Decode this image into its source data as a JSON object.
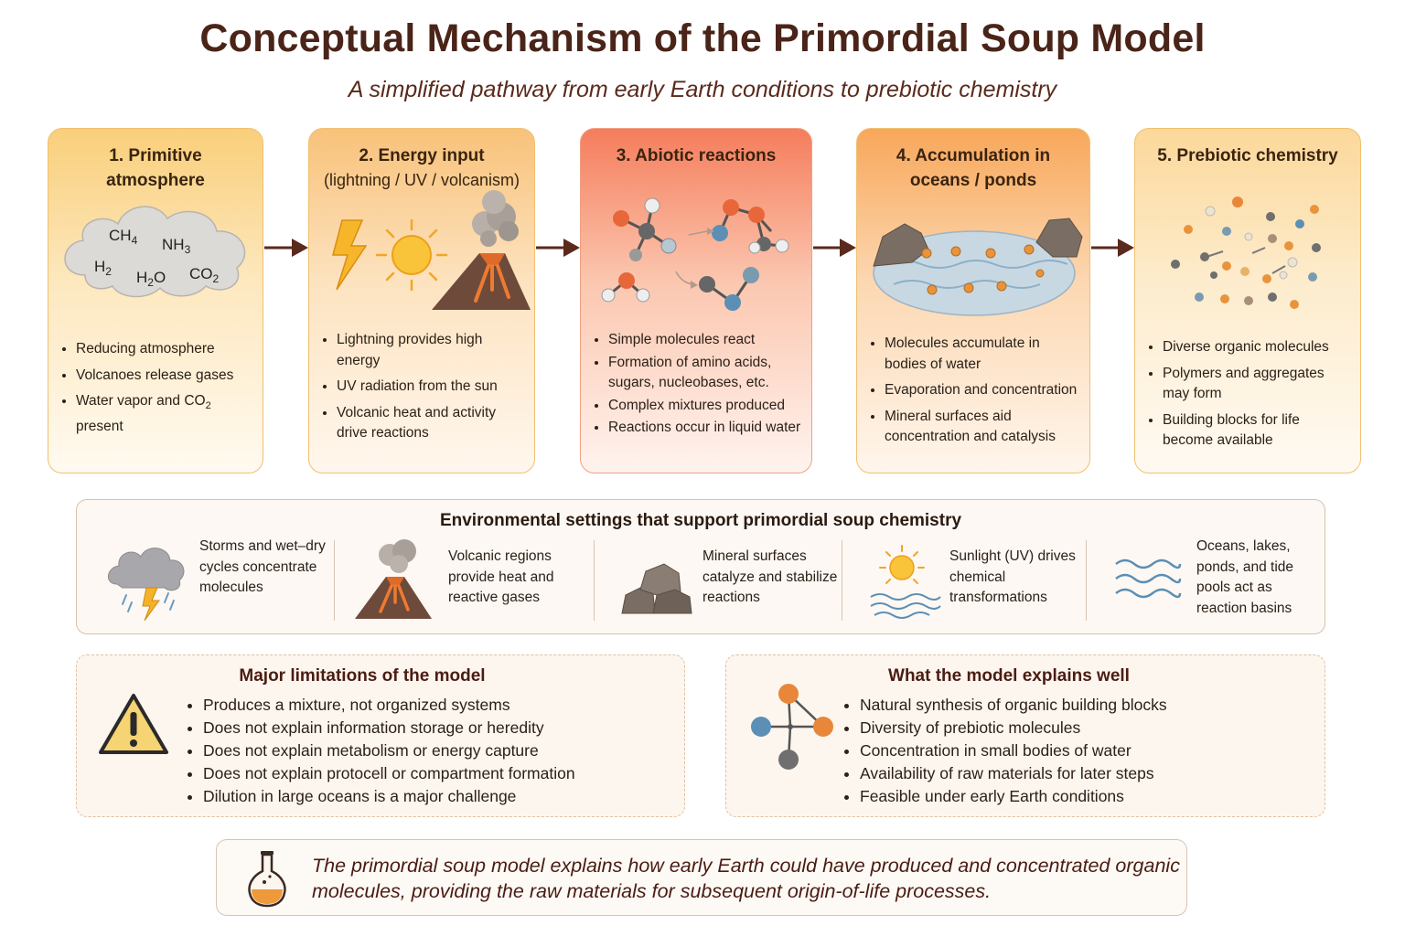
{
  "title": "Conceptual Mechanism of the Primordial Soup Model",
  "subtitle": "A simplified pathway from early Earth conditions to prebiotic chemistry",
  "stages": [
    {
      "title": "1. Primitive atmosphere",
      "subtitle": "",
      "gases": [
        "CH4",
        "NH3",
        "H2",
        "H2O",
        "CO2"
      ],
      "bullets": [
        "Reducing atmosphere",
        "Volcanoes release gases",
        "Water vapor and CO2 present"
      ]
    },
    {
      "title": "2. Energy input",
      "subtitle": "(lightning / UV / volcanism)",
      "bullets": [
        "Lightning provides high energy",
        "UV radiation from the sun",
        "Volcanic heat and activity drive reactions"
      ]
    },
    {
      "title": "3. Abiotic reactions",
      "subtitle": "",
      "bullets": [
        "Simple molecules react",
        "Formation of amino acids, sugars, nucleobases, etc.",
        "Complex mixtures produced",
        "Reactions occur in liquid water"
      ]
    },
    {
      "title": "4. Accumulation in oceans / ponds",
      "subtitle": "",
      "bullets": [
        "Molecules accumulate in bodies of water",
        "Evaporation and concentration",
        "Mineral surfaces aid concentration and catalysis"
      ]
    },
    {
      "title": "5. Prebiotic chemistry",
      "subtitle": "",
      "bullets": [
        "Diverse organic molecules",
        "Polymers and aggregates may form",
        "Building blocks for life become available"
      ]
    }
  ],
  "environment": {
    "title": "Environmental settings that support primordial soup chemistry",
    "items": [
      {
        "icon": "storm-cloud-icon",
        "text": "Storms and wet–dry cycles concentrate molecules"
      },
      {
        "icon": "volcano-icon",
        "text": "Volcanic regions provide heat and reactive gases"
      },
      {
        "icon": "rocks-icon",
        "text": "Mineral surfaces catalyze and stabilize reactions"
      },
      {
        "icon": "sun-water-icon",
        "text": "Sunlight (UV) drives chemical transformations"
      },
      {
        "icon": "waves-icon",
        "text": "Oceans, lakes, ponds, and tide pools act as reaction basins"
      }
    ]
  },
  "limitations": {
    "title": "Major limitations of the model",
    "icon": "warning-icon",
    "bullets": [
      "Produces a mixture, not organized systems",
      "Does not explain information storage or heredity",
      "Does not explain metabolism or energy capture",
      "Does not explain protocell or compartment formation",
      "Dilution in large oceans is a major challenge"
    ]
  },
  "explains": {
    "title": "What the model explains well",
    "icon": "molecule-icon",
    "bullets": [
      "Natural synthesis of organic building blocks",
      "Diversity of prebiotic molecules",
      "Concentration in small bodies of water",
      "Availability of raw materials for later steps",
      "Feasible under early Earth conditions"
    ]
  },
  "conclusion": {
    "icon": "flask-icon",
    "text": "The primordial soup model explains how early Earth could have produced and concentrated organic molecules, providing the raw materials for subsequent origin-of-life processes."
  },
  "colors": {
    "title": "#4a2418",
    "arrow": "#5a2a1c",
    "orange_atom": "#e8873a",
    "blue_atom": "#5b8fb5",
    "gray_atom": "#6f6f6f"
  }
}
